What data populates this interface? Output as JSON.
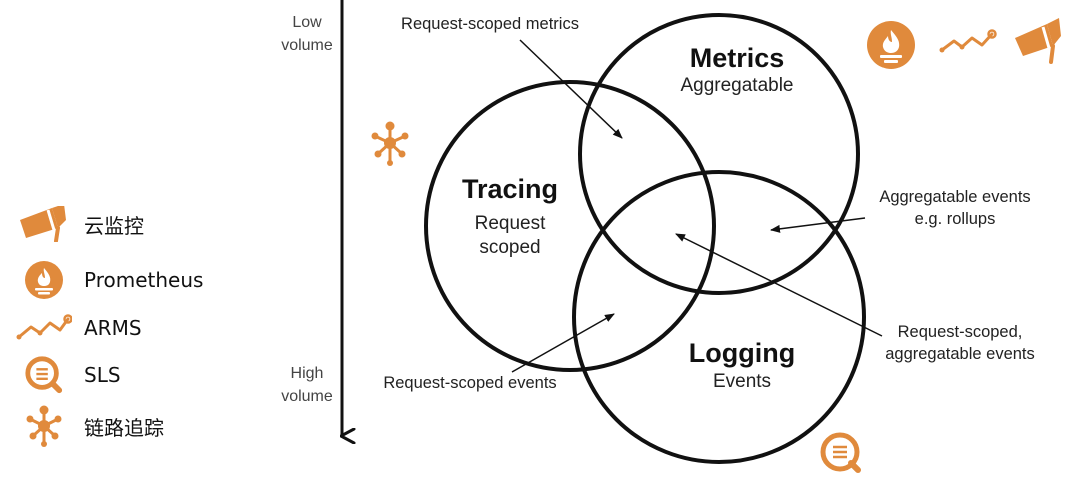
{
  "legend": {
    "items": [
      {
        "icon": "cloud-monitor-icon",
        "label": "云监控"
      },
      {
        "icon": "prometheus-icon",
        "label": "Prometheus"
      },
      {
        "icon": "arms-icon",
        "label": "ARMS"
      },
      {
        "icon": "sls-icon",
        "label": "SLS"
      },
      {
        "icon": "trace-icon",
        "label": "链路追踪"
      }
    ]
  },
  "axis": {
    "top_label": [
      "Low",
      "volume"
    ],
    "bottom_label": [
      "High",
      "volume"
    ]
  },
  "circles": {
    "metrics": {
      "title": "Metrics",
      "subtitle": [
        "Aggregatable"
      ]
    },
    "tracing": {
      "title": "Tracing",
      "subtitle": [
        "Request",
        "scoped"
      ]
    },
    "logging": {
      "title": "Logging",
      "subtitle": [
        "Events"
      ]
    }
  },
  "annotations": {
    "request_scoped_metrics": [
      "Request-scoped metrics"
    ],
    "aggregatable_events": [
      "Aggregatable events",
      "e.g. rollups"
    ],
    "request_scoped_aggregatable_events": [
      "Request-scoped,",
      "aggregatable events"
    ],
    "request_scoped_events": [
      "Request-scoped events"
    ]
  },
  "colors": {
    "accent": "#E08A3C",
    "ink": "#111111",
    "text": "#222222"
  }
}
